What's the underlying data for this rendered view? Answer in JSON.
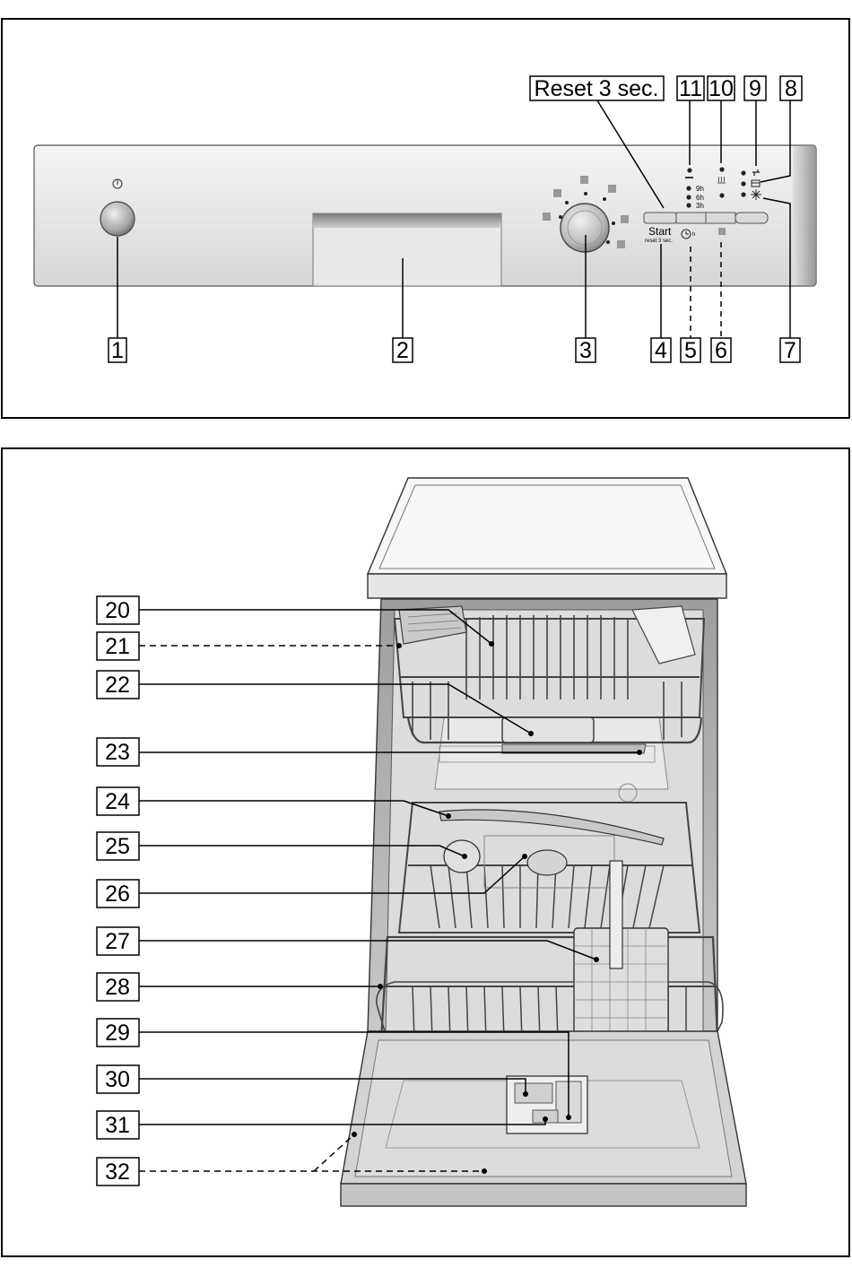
{
  "top_panel": {
    "reset_label": "Reset 3 sec.",
    "start_label": "Start",
    "start_sub_label": "reset 3 sec.",
    "timer_unit": "h",
    "timer_options": [
      "9h",
      "6h",
      "3h"
    ],
    "callouts": [
      "1",
      "2",
      "3",
      "4",
      "5",
      "6",
      "7",
      "8",
      "9",
      "10",
      "11"
    ]
  },
  "bottom_panel": {
    "callouts": [
      "20",
      "21",
      "22",
      "23",
      "24",
      "25",
      "26",
      "27",
      "28",
      "29",
      "30",
      "31",
      "32"
    ]
  }
}
